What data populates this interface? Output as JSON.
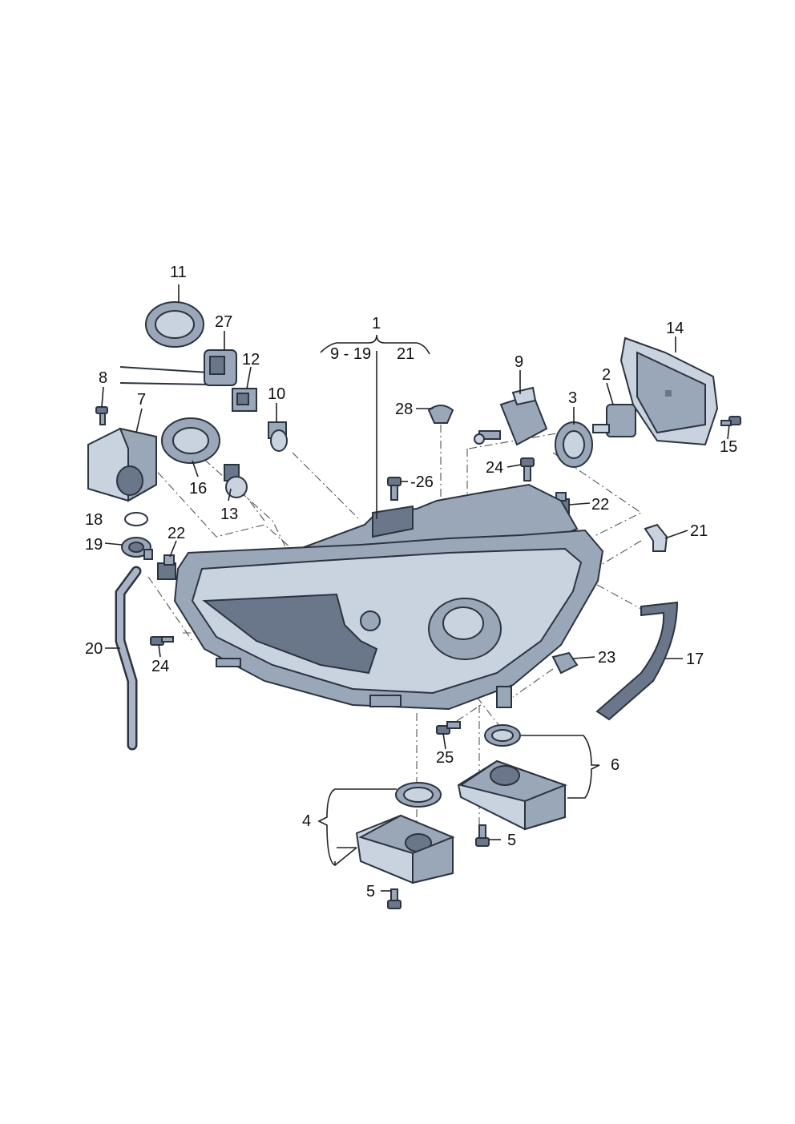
{
  "labels": {
    "l1": "1",
    "l9_19": "9 - 19",
    "l21_group": "21",
    "l2": "2",
    "l3": "3",
    "l4": "4",
    "l5a": "5",
    "l5b": "5",
    "l6": "6",
    "l7": "7",
    "l8": "8",
    "l9": "9",
    "l10": "10",
    "l11": "11",
    "l12": "12",
    "l13": "13",
    "l14": "14",
    "l15": "15",
    "l16": "16",
    "l17": "17",
    "l18": "18",
    "l19": "19",
    "l20": "20",
    "l21": "21",
    "l22a": "22",
    "l22b": "22",
    "l23": "23",
    "l24a": "24",
    "l24b": "24",
    "l25": "25",
    "l26": "-26",
    "l27": "27",
    "l28": "28"
  }
}
